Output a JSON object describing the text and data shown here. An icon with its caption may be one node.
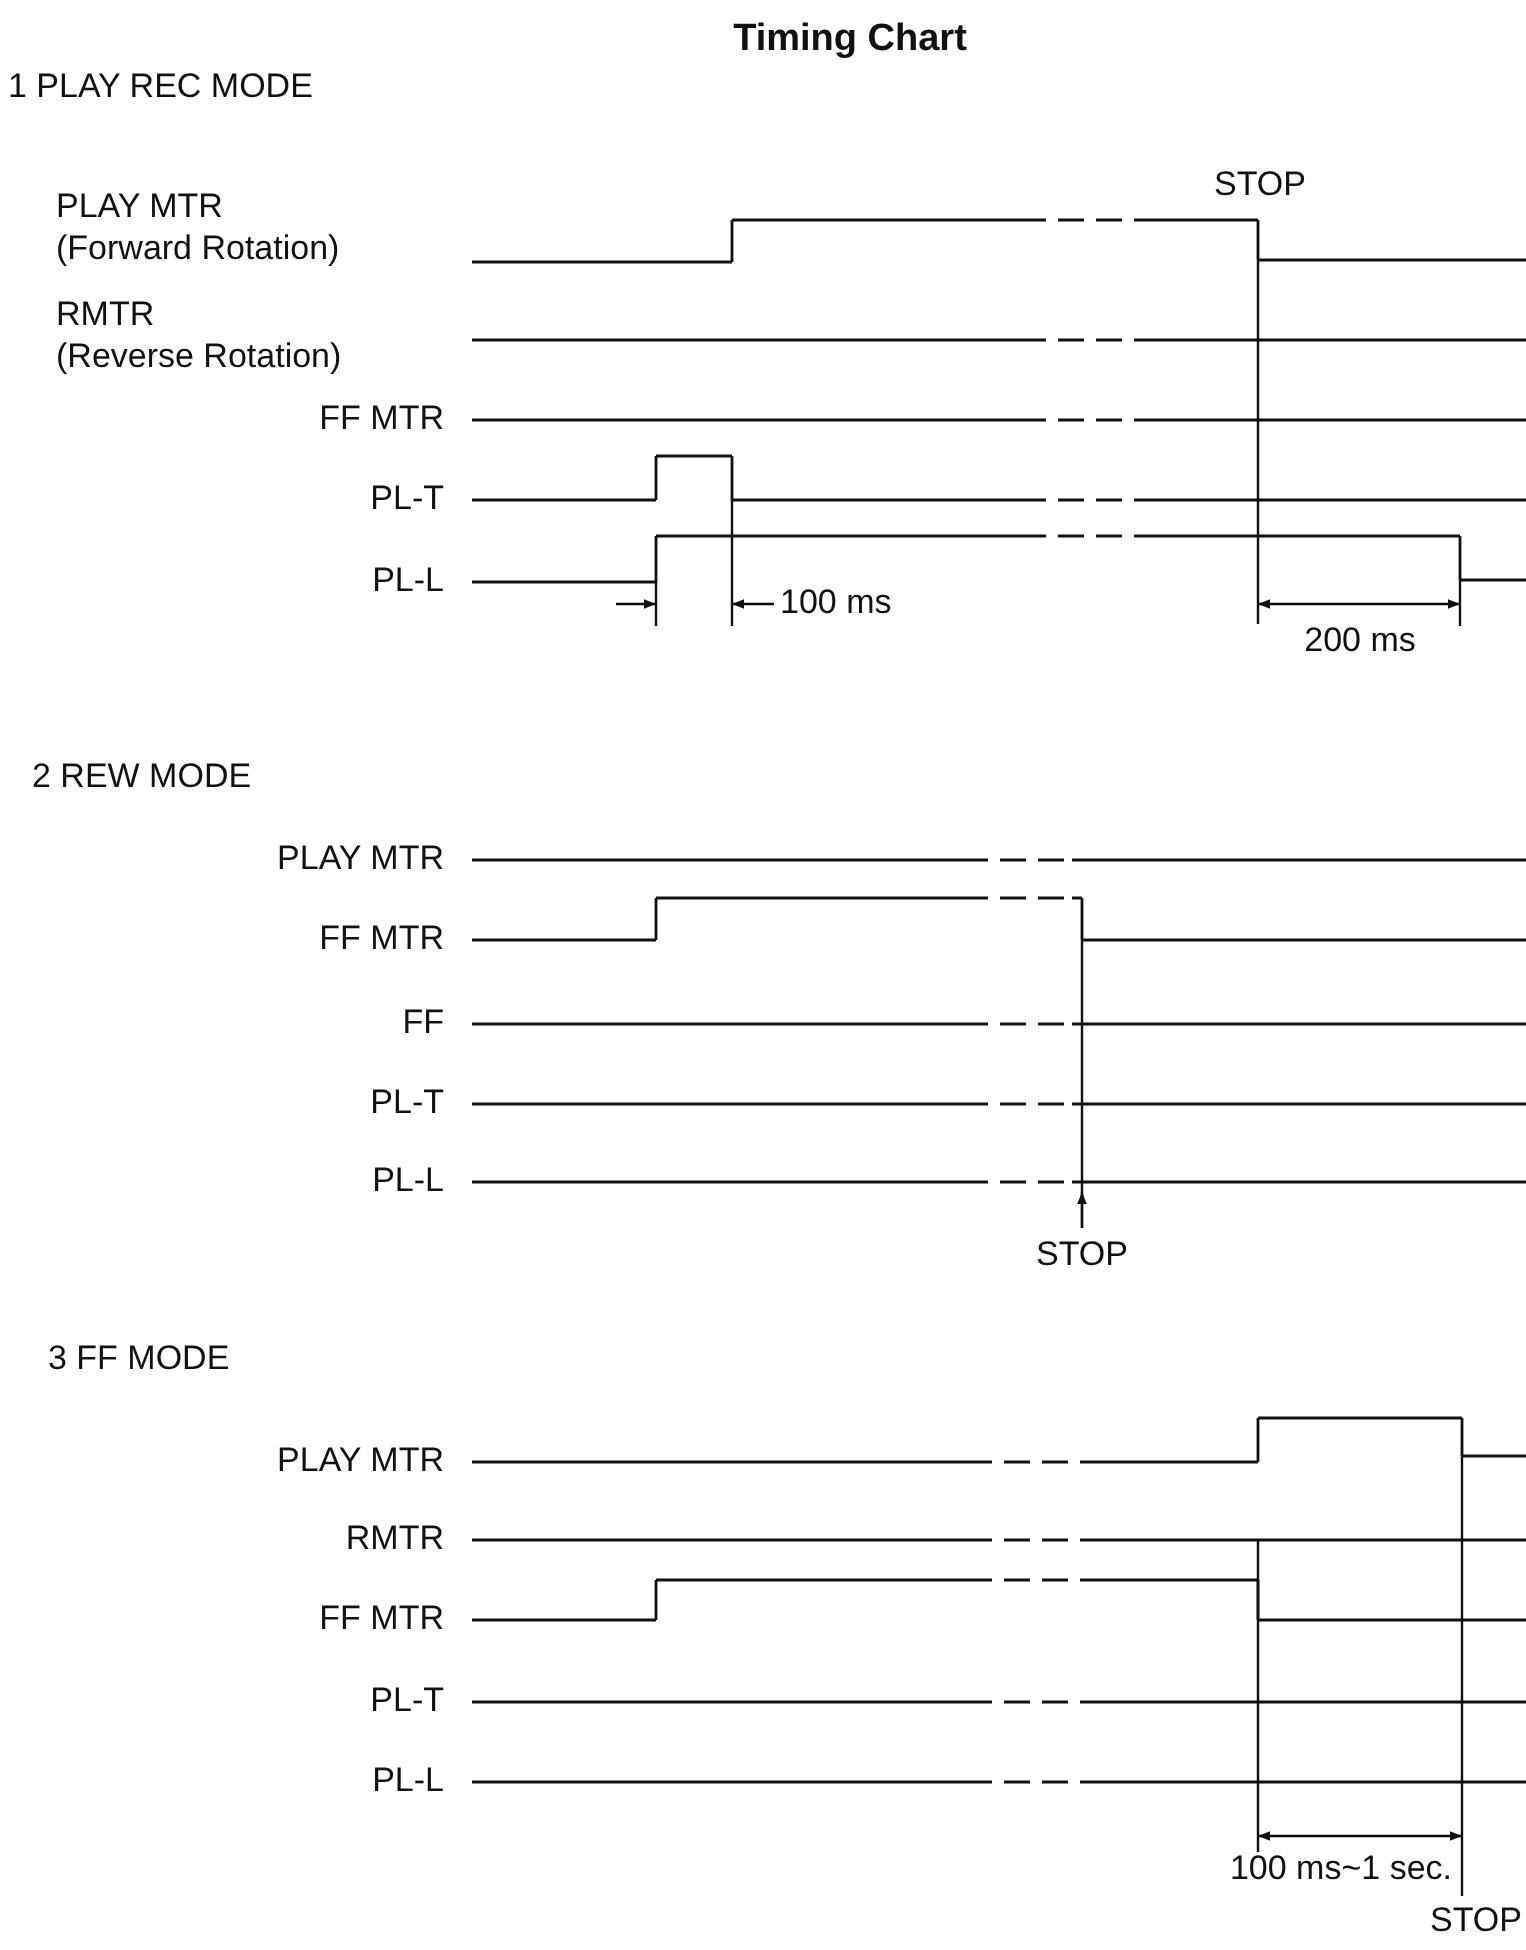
{
  "diagram": {
    "title": "Timing Chart",
    "labels": [
      "1 PLAY REC MODE",
      "STOP",
      "PLAY MTR",
      "(Forward Rotation)",
      "RMTR",
      "(Reverse Rotation)",
      "FF MTR",
      "PL-T",
      "PL-L",
      "100 ms",
      "200 ms",
      "2 REW MODE",
      "PLAY MTR",
      "FF MTR",
      "FF",
      "PL-T",
      "PL-L",
      "STOP",
      "3 FF MODE",
      "PLAY MTR",
      "RMTR",
      "FF MTR",
      "PL-T",
      "PL-L",
      "100 ms~1 sec.",
      "STOP"
    ]
  }
}
